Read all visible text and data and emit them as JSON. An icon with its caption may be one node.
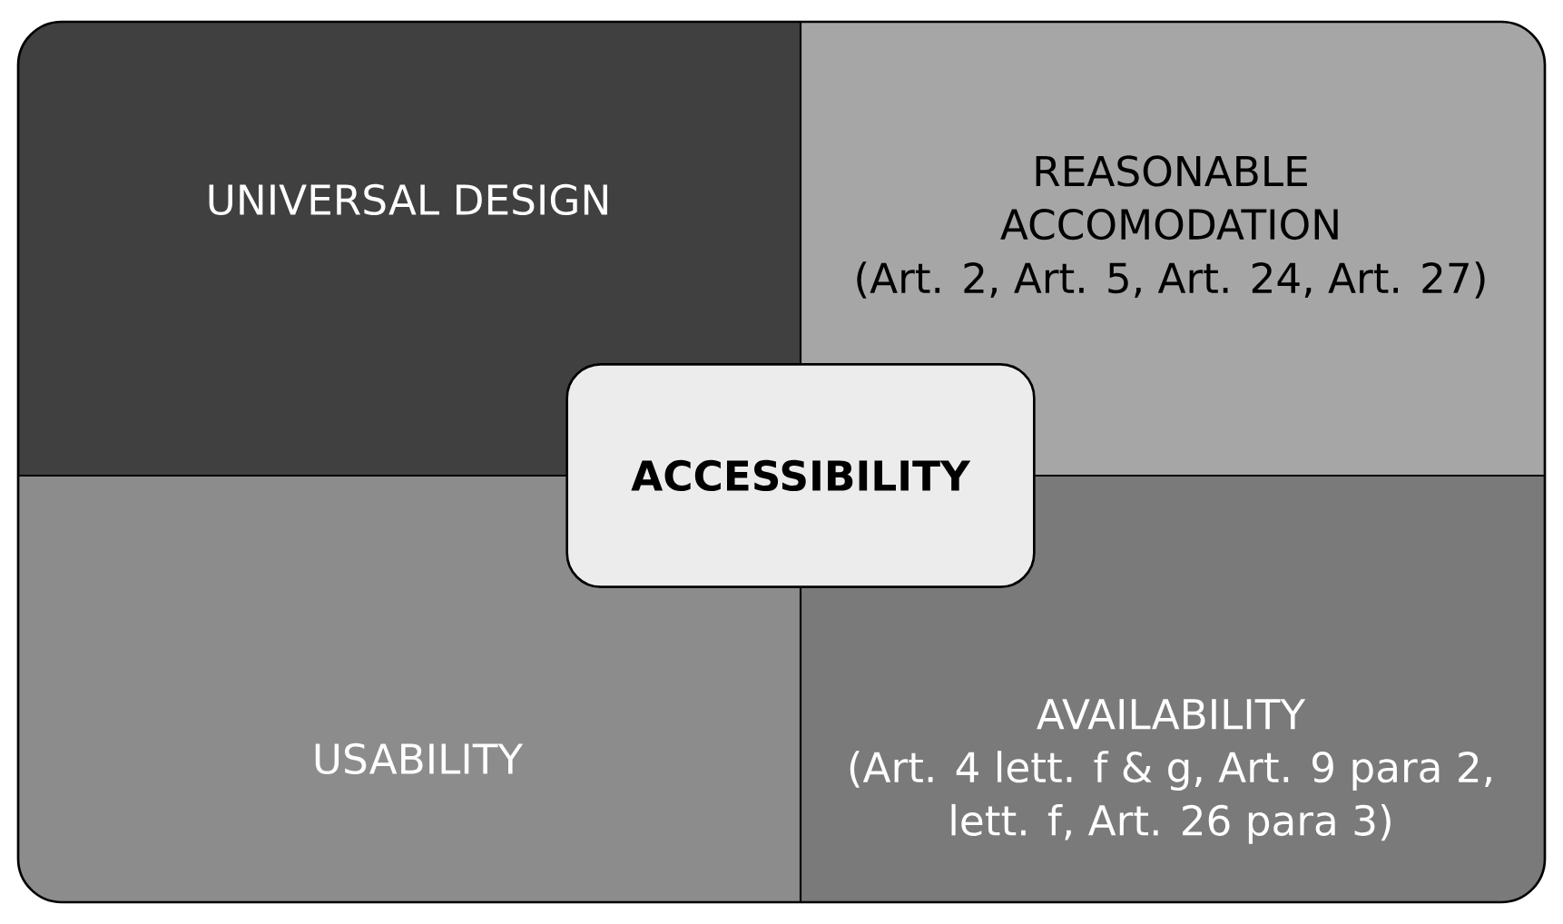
{
  "diagram": {
    "nodes": [
      {
        "text": [
          "UNIVERSAL DESIGN"
        ]
      },
      {
        "text": [
          "REASONABLE ACCOMODATION",
          "(Art. 2, Art. 5, Art. 24, Art. 27)"
        ]
      },
      {
        "text": [
          "USABILITY"
        ]
      },
      {
        "text": [
          "AVAILABILITY",
          "(Art. 4 lett. f & g, Art. 9 para 2, lett. f, Art. 26 para 3)"
        ]
      },
      {
        "text": [
          "ACCESSIBILITY"
        ]
      }
    ]
  }
}
